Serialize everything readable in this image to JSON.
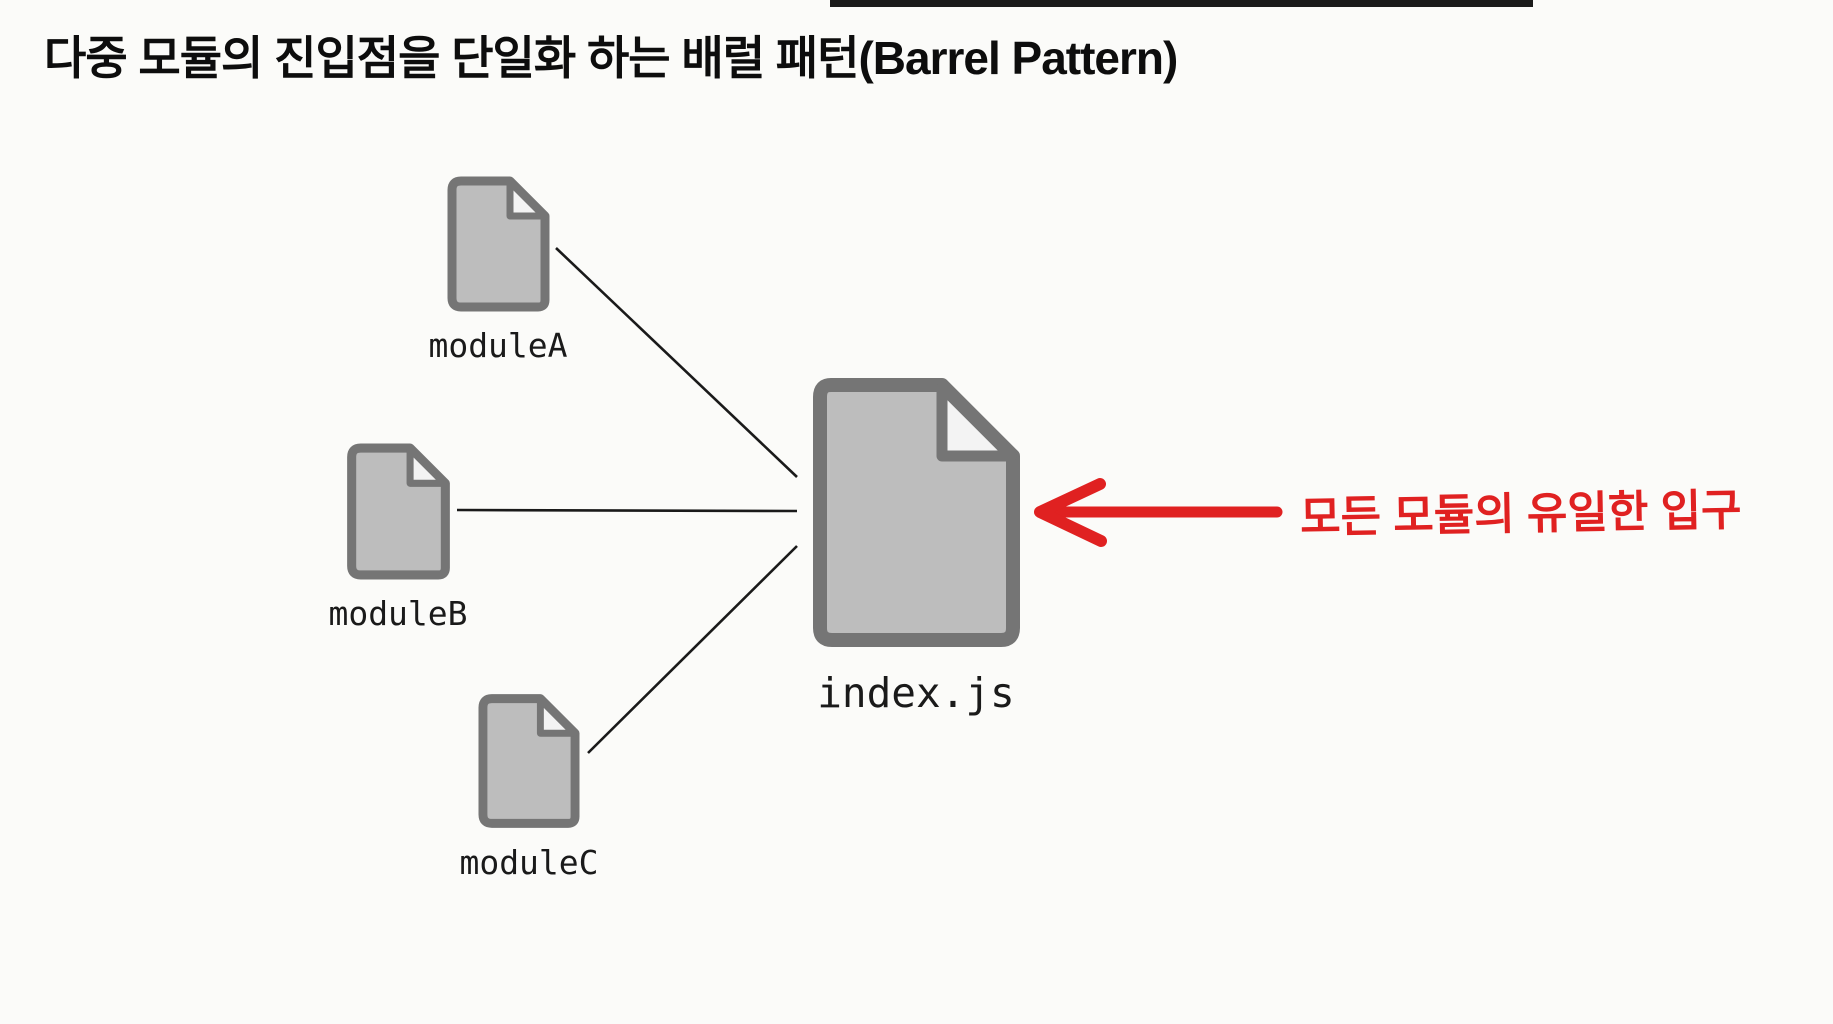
{
  "title": {
    "text": "다중 모듈의 진입점을 단일화 하는 배럴 패턴(Barrel Pattern)"
  },
  "diagram": {
    "modules": [
      {
        "label": "moduleA"
      },
      {
        "label": "moduleB"
      },
      {
        "label": "moduleC"
      }
    ],
    "barrel": {
      "label": "index.js"
    },
    "annotation": {
      "text": "모든 모듈의 유일한 입구"
    }
  },
  "colors": {
    "background": "#fbfbf9",
    "top_bar": "#1b1b1b",
    "icon_fill": "#bdbdbd",
    "icon_stroke": "#757575",
    "icon_fold_fill": "#f3f3f3",
    "connection_line": "#1a1a1a",
    "accent_red": "#e02121",
    "text": "#0d0d0d"
  }
}
